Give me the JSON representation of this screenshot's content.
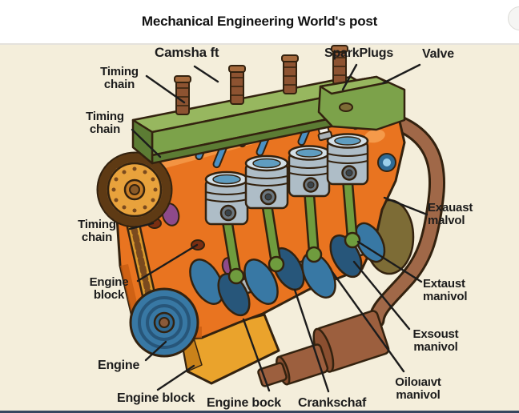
{
  "header": {
    "title": "Mechanical Engineering World's post"
  },
  "post_image": {
    "labels": [
      {
        "id": "camshaft",
        "text": "Camsha ft"
      },
      {
        "id": "spark-plugs",
        "text": "SparkPlugs"
      },
      {
        "id": "valve",
        "text": "Valve"
      },
      {
        "id": "timing-chain-top",
        "text": "Timing\nchain"
      },
      {
        "id": "timing-chain-mid",
        "text": "Timing\nchain"
      },
      {
        "id": "timing-chain-low",
        "text": "Timing\nchain"
      },
      {
        "id": "engine-block-left",
        "text": "Engine\nblock"
      },
      {
        "id": "engine",
        "text": "Engine"
      },
      {
        "id": "engine-block-bottom",
        "text": "Engine block"
      },
      {
        "id": "engine-bock",
        "text": "Engine bock"
      },
      {
        "id": "crankschaf",
        "text": "Crankschaf"
      },
      {
        "id": "exauast-malvol",
        "text": "Exauast\nmalvol"
      },
      {
        "id": "extaust-manivol",
        "text": "Extaust\nmanivol"
      },
      {
        "id": "exsoust-manivol",
        "text": "Exsoust\nmanivol"
      },
      {
        "id": "oiloiaivt-manivol",
        "text": "Oiloıaıvt\nmanivol"
      }
    ]
  },
  "palette": {
    "header_bg": "#ffffff",
    "header_border": "#e4e2dc",
    "title_color": "#121212",
    "bg_cream": "#f4eedb",
    "label_color": "#1c1c1c",
    "outline": "#33220f",
    "block_orange": "#e97420",
    "block_orange_dark": "#c85d12",
    "block_orange_light": "#f59a4a",
    "valve_cover_green": "#7ca24a",
    "green_dark": "#5c7c34",
    "green_light": "#97b75f",
    "piston_gray": "#aebdc7",
    "piston_light": "#d3dfe6",
    "piston_blue": "#5f9dc0",
    "crank_blue": "#3878a4",
    "crank_blue_dark": "#27567a",
    "rod_green": "#6f9c3e",
    "gear_gold": "#e8a23c",
    "gear_brown": "#8a5a28",
    "chain_gold": "#d99a2e",
    "pan_yellow": "#eaa32c",
    "pan_dark": "#c9821a",
    "pipe_brown": "#a06848",
    "shaft_brown": "#9c5f3e",
    "shaft_brown_dark": "#8a4f30",
    "tower_brown": "#8d5331",
    "purple": "#8e4a8a",
    "plug_white": "#f2f2ee",
    "olive": "#7d6c36",
    "bottom_strip": "#36455f"
  }
}
